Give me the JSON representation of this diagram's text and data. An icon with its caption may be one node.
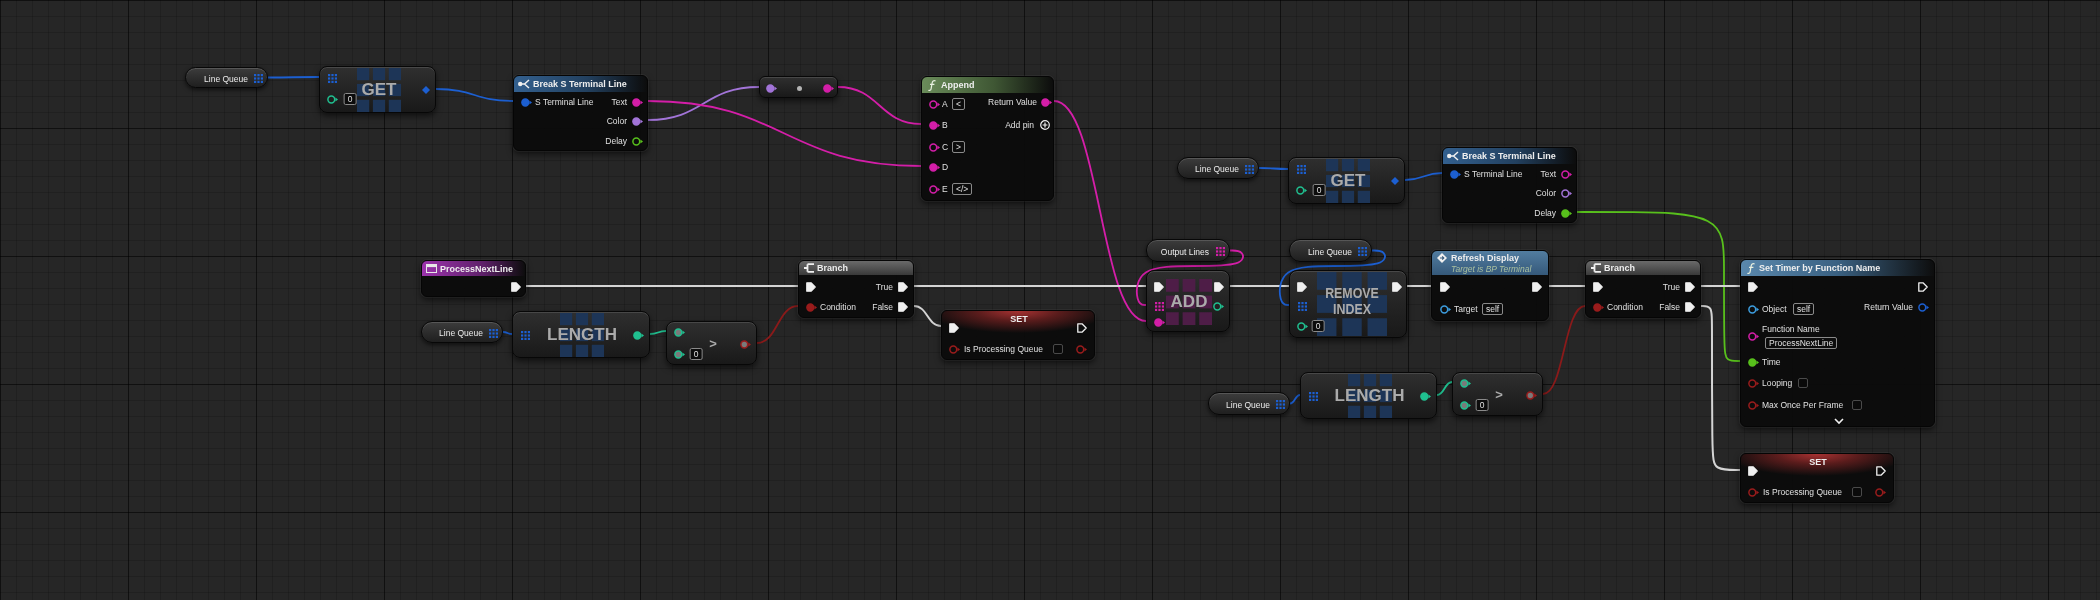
{
  "diagram": {
    "nodes": [
      {
        "text": [
          "Line Queue"
        ]
      },
      {
        "text": [
          "GET",
          "0"
        ]
      },
      {
        "text": [
          "Break S Terminal Line",
          "S Terminal Line",
          "Text",
          "Color",
          "Delay"
        ]
      },
      {
        "text": [],
        "shape": "box"
      },
      {
        "text": [
          "Append",
          "A",
          "<",
          "Return Value",
          "B",
          "Add pin",
          "C",
          ">",
          "D",
          "E",
          "</>"
        ]
      },
      {
        "text": [
          "Line Queue"
        ]
      },
      {
        "text": [
          "GET",
          "0"
        ]
      },
      {
        "text": [
          "Break S Terminal Line",
          "S Terminal Line",
          "Text",
          "Color",
          "Delay"
        ]
      },
      {
        "text": [
          "ProcessNextLine"
        ]
      },
      {
        "text": [
          "Line Queue"
        ]
      },
      {
        "text": [
          "LENGTH"
        ]
      },
      {
        "text": [
          ">",
          "0"
        ]
      },
      {
        "text": [
          "Branch",
          "True",
          "Condition",
          "False"
        ]
      },
      {
        "text": [
          "SET",
          "Is Processing Queue"
        ]
      },
      {
        "text": [
          "Output Lines"
        ]
      },
      {
        "text": [
          "ADD"
        ]
      },
      {
        "text": [
          "Line Queue"
        ]
      },
      {
        "text": [
          "REMOVE INDEX",
          "0"
        ]
      },
      {
        "text": [
          "Refresh Display",
          "Target is BP Terminal",
          "Target",
          "self"
        ]
      },
      {
        "text": [
          "Branch",
          "True",
          "Condition",
          "False"
        ]
      },
      {
        "text": [
          "Line Queue"
        ]
      },
      {
        "text": [
          "LENGTH"
        ]
      },
      {
        "text": [
          ">",
          "0"
        ]
      },
      {
        "text": [
          "Set Timer by Function Name",
          "Object",
          "self",
          "Return Value",
          "Function Name",
          "ProcessNextLine",
          "Time",
          "Looping",
          "Max Once Per Frame"
        ]
      },
      {
        "text": [
          "SET",
          "Is Processing Queue"
        ]
      }
    ],
    "edges": [
      {
        "from": 0,
        "to": 1,
        "arrow": "none",
        "color": "#1c5fd1"
      },
      {
        "from": 1,
        "to": 2,
        "arrow": "none",
        "color": "#1c5fd1"
      },
      {
        "from": 2,
        "to": 3,
        "arrow": "none",
        "color": "#a274d8"
      },
      {
        "from": 3,
        "to": 4,
        "arrow": "none",
        "color": "#d41ea8"
      },
      {
        "from": 2,
        "to": 4,
        "arrow": "none",
        "color": "#d41ea8"
      },
      {
        "from": 4,
        "to": 15,
        "arrow": "none",
        "color": "#d41ea8"
      },
      {
        "from": 5,
        "to": 6,
        "arrow": "none",
        "color": "#1c5fd1"
      },
      {
        "from": 6,
        "to": 7,
        "arrow": "none",
        "color": "#1c5fd1"
      },
      {
        "from": 7,
        "to": 23,
        "arrow": "none",
        "color": "#58c01c"
      },
      {
        "from": 8,
        "to": 12,
        "arrow": "none"
      },
      {
        "from": 9,
        "to": 10,
        "arrow": "none",
        "color": "#1c5fd1"
      },
      {
        "from": 10,
        "to": 11,
        "arrow": "none",
        "color": "#20c090"
      },
      {
        "from": 11,
        "to": 12,
        "arrow": "none",
        "color": "#8a1a1a"
      },
      {
        "from": 12,
        "to": 15,
        "arrow": "none"
      },
      {
        "from": 12,
        "to": 13,
        "arrow": "none"
      },
      {
        "from": 14,
        "to": 15,
        "arrow": "none",
        "color": "#d41ea8"
      },
      {
        "from": 15,
        "to": 17,
        "arrow": "none"
      },
      {
        "from": 16,
        "to": 17,
        "arrow": "none",
        "color": "#1c5fd1"
      },
      {
        "from": 17,
        "to": 18,
        "arrow": "none"
      },
      {
        "from": 18,
        "to": 19,
        "arrow": "none"
      },
      {
        "from": 20,
        "to": 21,
        "arrow": "none",
        "color": "#1c5fd1"
      },
      {
        "from": 21,
        "to": 22,
        "arrow": "none",
        "color": "#20c090"
      },
      {
        "from": 22,
        "to": 19,
        "arrow": "none",
        "color": "#8a1a1a"
      },
      {
        "from": 19,
        "to": 23,
        "arrow": "none"
      },
      {
        "from": 19,
        "to": 24,
        "arrow": "none"
      }
    ]
  }
}
